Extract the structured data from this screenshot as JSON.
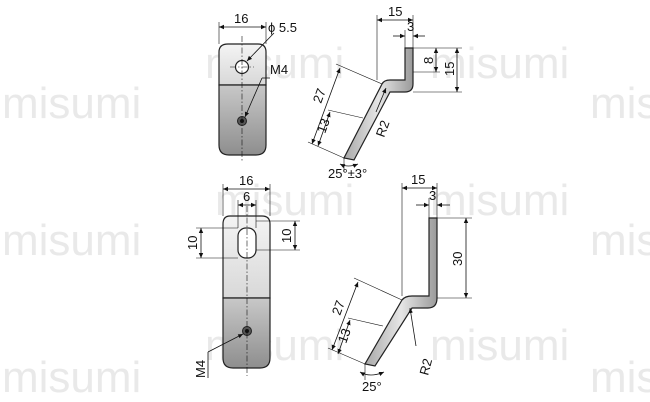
{
  "colors": {
    "part_top": "#f2f2f2",
    "part_bottom": "#9a9a9a",
    "outline": "#222222",
    "line": "#111111",
    "watermark": "#d8d8d8"
  },
  "watermark": {
    "text": "misumi"
  },
  "view_top_front": {
    "width": "16",
    "hole": "ϕ 5.5",
    "thread": "M4"
  },
  "view_top_side": {
    "offset": "15",
    "thickness": "3",
    "height_inner": "8",
    "height_outer": "15",
    "leg_long": "27",
    "leg_short": "13",
    "radius": "R2",
    "angle": "25°±3°"
  },
  "view_bottom_front": {
    "width": "16",
    "slot_width": "6",
    "slot_left": "10",
    "slot_right": "10",
    "thread": "M4"
  },
  "view_bottom_side": {
    "offset": "15",
    "thickness": "3",
    "height": "30",
    "leg_long": "27",
    "leg_short": "13",
    "radius": "R2",
    "angle": "25°"
  }
}
